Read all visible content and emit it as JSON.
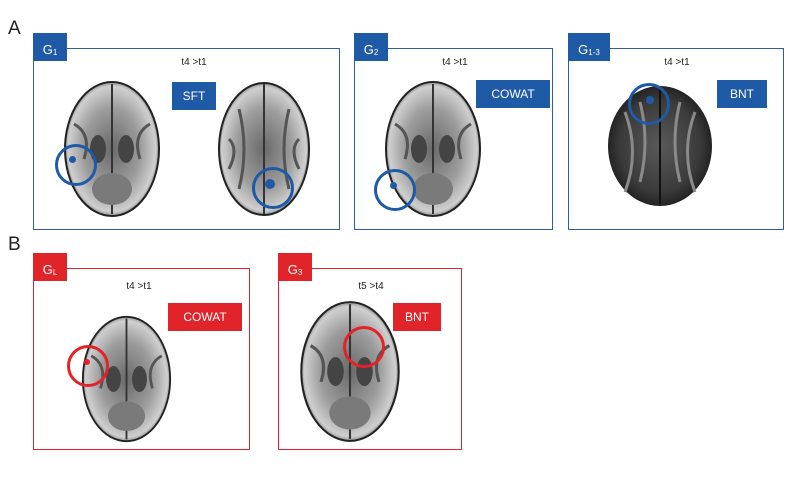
{
  "rows": [
    "A",
    "B"
  ],
  "colors": {
    "blue": "#1f5aa6",
    "red": "#e0242a"
  },
  "panels": [
    {
      "group": "G",
      "group_sub": "1",
      "comparison": "t4 >t1",
      "test": "SFT"
    },
    {
      "group": "G",
      "group_sub": "2",
      "comparison": "t4 >t1",
      "test": "COWAT"
    },
    {
      "group": "G",
      "group_sub": "1-3",
      "comparison": "t4 >t1",
      "test": "BNT"
    },
    {
      "group": "G",
      "group_sub": "L",
      "comparison": "t4 >t1",
      "test": "COWAT"
    },
    {
      "group": "G",
      "group_sub": "3",
      "comparison": "t5 >t4",
      "test": "BNT"
    }
  ]
}
